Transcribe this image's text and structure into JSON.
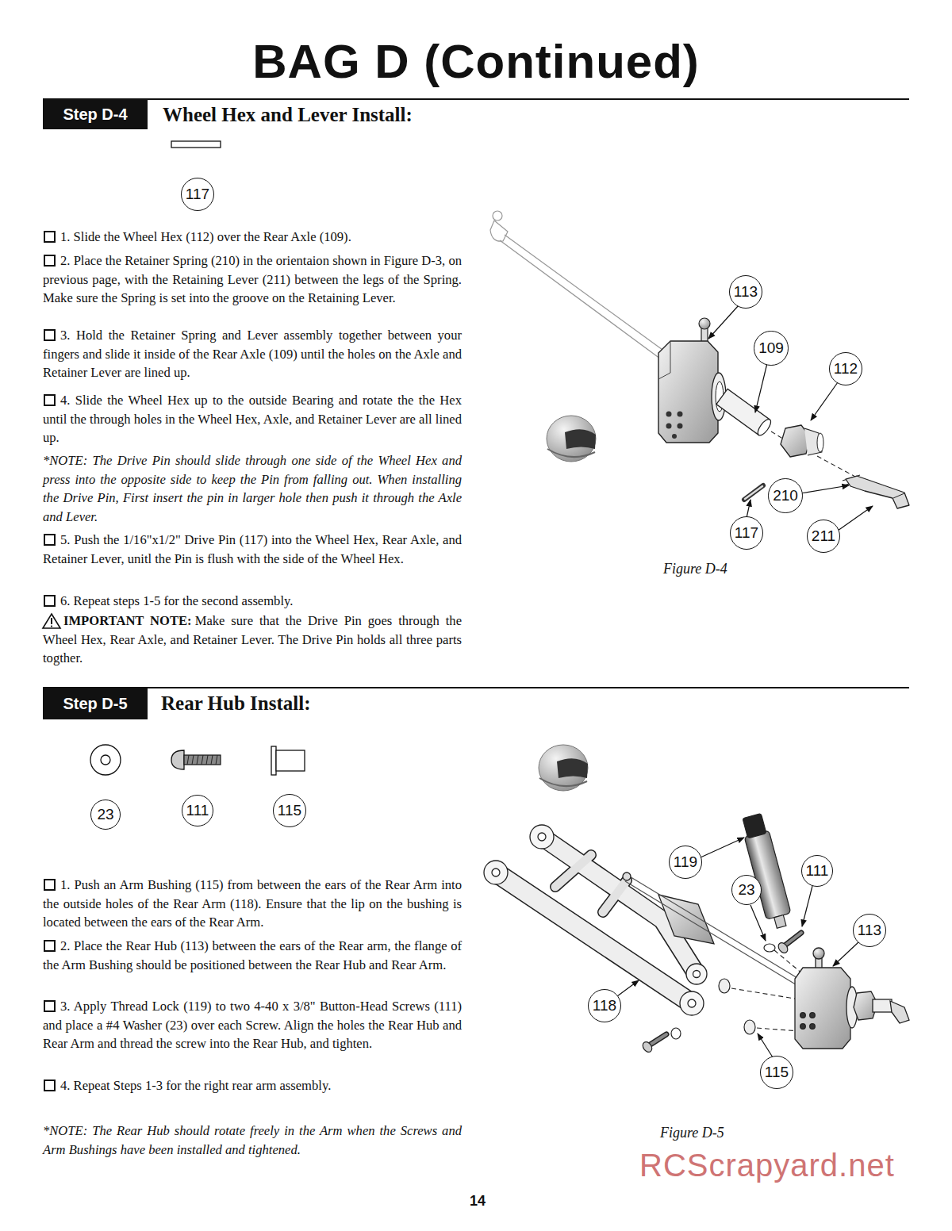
{
  "diagram": {
    "title": "BAG D (Continued)",
    "nodes": [
      {
        "text": [
          "Step D-4"
        ]
      },
      {
        "text": [
          "117"
        ]
      },
      {
        "text": [
          "113"
        ]
      },
      {
        "text": [
          "109"
        ]
      },
      {
        "text": [
          "112"
        ]
      },
      {
        "text": [
          "210"
        ]
      },
      {
        "text": [
          "117"
        ]
      },
      {
        "text": [
          "211"
        ]
      },
      {
        "text": [
          "Step D-5"
        ]
      },
      {
        "text": [
          "23"
        ]
      },
      {
        "text": [
          "111"
        ]
      },
      {
        "text": [
          "115"
        ]
      },
      {
        "text": [
          "119"
        ]
      },
      {
        "text": [
          "111"
        ]
      },
      {
        "text": [
          "23"
        ]
      },
      {
        "text": [
          "113"
        ]
      },
      {
        "text": [
          "118"
        ]
      },
      {
        "text": [
          "115"
        ]
      }
    ],
    "labels": [
      "Wheel Hex and Lever Install:",
      "1. Slide the Wheel Hex (112) over the Rear Axle (109).",
      "2. Place the Retainer Spring (210) in the orientaion shown in Figure D-3, on previous page, with the Retaining Lever (211) between the legs of the Spring. Make sure the Spring is set into the groove on the Retaining Lever.",
      "3. Hold the Retainer Spring and Lever assembly together between your fingers and slide it inside of the Rear Axle (109) until the holes on the Axle and Retainer Lever are lined up.",
      "4. Slide the Wheel Hex up to the outside Bearing and rotate the the Hex until the through holes in the Wheel Hex, Axle, and Retainer Lever are all lined up.",
      "*NOTE: The Drive Pin should slide through one side of the Wheel Hex and press into the opposite side to keep the Pin from falling out. When installing the Drive Pin, First insert the pin in larger hole then push it through the Axle and Lever.",
      "5. Push the 1/16\"x1/2\" Drive Pin (117) into the Wheel Hex, Rear Axle, and Retainer Lever, unitl the Pin is flush with the side of the Wheel Hex.",
      "6. Repeat steps 1-5 for the second assembly.",
      "IMPORTANT NOTE:",
      "Make sure that the Drive Pin goes through the Wheel Hex, Rear Axle, and Retainer Lever. The Drive Pin holds all three parts togther.",
      "Figure D-4",
      "Rear Hub Install:",
      "1. Push an Arm Bushing (115) from between the ears of the Rear Arm into the outside holes of the Rear Arm (118). Ensure that the lip on the bushing is located between the ears of the Rear Arm.",
      "2. Place the Rear Hub (113) between the ears of the Rear arm, the flange of the Arm Bushing should be positioned between the Rear Hub and Rear Arm.",
      "3. Apply Thread Lock (119) to two 4-40 x 3/8\" Button-Head Screws (111) and place a #4 Washer (23) over each Screw. Align the holes the Rear Hub and Rear Arm and thread the screw into the Rear Hub, and tighten.",
      "4. Repeat Steps 1-3 for the right rear arm assembly.",
      "*NOTE: The Rear Hub should rotate freely in the Arm when the Screws and Arm Bushings have been installed and tightened.",
      "Figure D-5",
      "14",
      "RCScrapyard.net"
    ]
  }
}
